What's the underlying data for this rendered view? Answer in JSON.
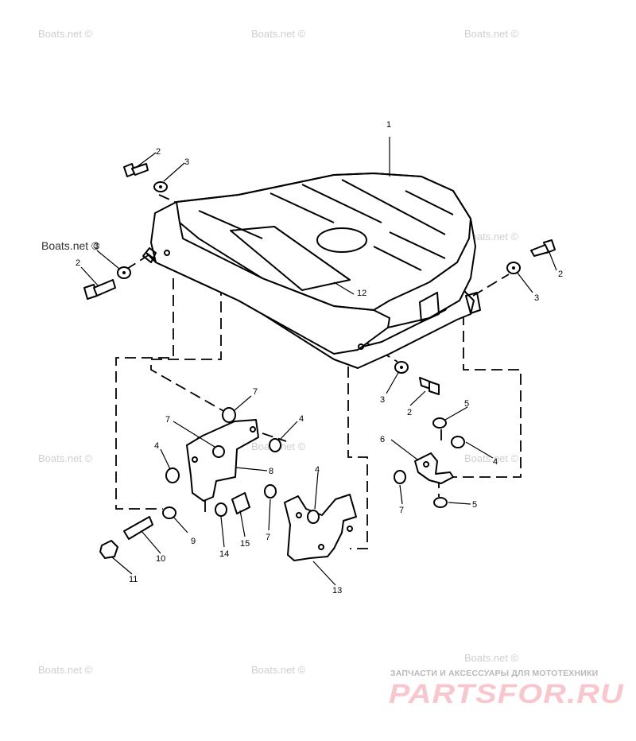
{
  "watermarks": {
    "boats": "Boats.net ©"
  },
  "callouts": {
    "c1": "1",
    "c2a": "2",
    "c3a": "3",
    "c2b": "2",
    "c3b": "3",
    "c2c": "2",
    "c3c": "3",
    "c2d": "2",
    "c3d": "3",
    "c12": "12",
    "c7a": "7",
    "c7b": "7",
    "c7c": "7",
    "c7d": "7",
    "c4a": "4",
    "c4b": "4",
    "c4c": "4",
    "c4d": "4",
    "c8": "8",
    "c9": "9",
    "c10": "10",
    "c11": "11",
    "c14": "14",
    "c15": "15",
    "c13": "13",
    "c5a": "5",
    "c5b": "5",
    "c6": "6"
  },
  "branding": {
    "tagline": "ЗАПЧАСТИ И АКСЕССУАРЫ ДЛЯ МОТОТЕХНИКИ",
    "logo": "PARTSFOR.RU"
  },
  "colors": {
    "line": "#000000",
    "watermark": "#cfcfcf",
    "brand": "#f7c7cd"
  }
}
